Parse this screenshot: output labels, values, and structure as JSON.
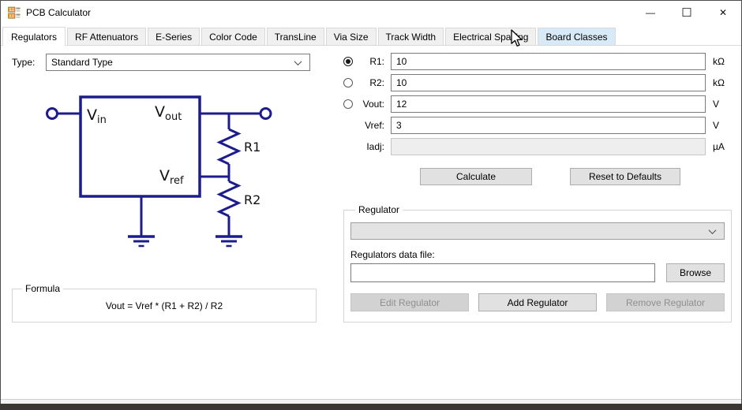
{
  "window": {
    "title": "PCB Calculator",
    "controls": {
      "minimize": "—",
      "maximize": "☐",
      "close": "✕"
    }
  },
  "tabs": [
    {
      "name": "regulators",
      "label": "Regulators",
      "state": "active"
    },
    {
      "name": "rf-attenuators",
      "label": "RF Attenuators",
      "state": "normal"
    },
    {
      "name": "e-series",
      "label": "E-Series",
      "state": "normal"
    },
    {
      "name": "color-code",
      "label": "Color Code",
      "state": "normal"
    },
    {
      "name": "transline",
      "label": "TransLine",
      "state": "normal"
    },
    {
      "name": "via-size",
      "label": "Via Size",
      "state": "normal"
    },
    {
      "name": "track-width",
      "label": "Track Width",
      "state": "normal"
    },
    {
      "name": "electrical-spacing",
      "label": "Electrical Spacing",
      "state": "normal"
    },
    {
      "name": "board-classes",
      "label": "Board Classes",
      "state": "hover"
    }
  ],
  "left_panel": {
    "type_label": "Type:",
    "type_value": "Standard Type",
    "schematic": {
      "vin_main": "V",
      "vin_sub": "in",
      "vout_main": "V",
      "vout_sub": "out",
      "vref_main": "V",
      "vref_sub": "ref",
      "r1_label": "R1",
      "r2_label": "R2"
    },
    "formula": {
      "legend": "Formula",
      "text": "Vout = Vref * (R1 + R2) / R2"
    }
  },
  "right_panel": {
    "fields": [
      {
        "name": "r1",
        "label": "R1:",
        "radio": true,
        "checked": true,
        "value": "10",
        "unit": "kΩ",
        "disabled": false
      },
      {
        "name": "r2",
        "label": "R2:",
        "radio": true,
        "checked": false,
        "value": "10",
        "unit": "kΩ",
        "disabled": false
      },
      {
        "name": "vout",
        "label": "Vout:",
        "radio": true,
        "checked": false,
        "value": "12",
        "unit": "V",
        "disabled": false
      },
      {
        "name": "vref",
        "label": "Vref:",
        "radio": false,
        "checked": false,
        "value": "3",
        "unit": "V",
        "disabled": false
      },
      {
        "name": "iadj",
        "label": "Iadj:",
        "radio": false,
        "checked": false,
        "value": "",
        "unit": "µA",
        "disabled": true
      }
    ],
    "calculate_label": "Calculate",
    "reset_label": "Reset to Defaults",
    "regulator_group": {
      "legend": "Regulator",
      "selected_regulator": "",
      "data_file_label": "Regulators data file:",
      "data_file_value": "",
      "browse_label": "Browse",
      "edit_label": "Edit Regulator",
      "add_label": "Add Regulator",
      "remove_label": "Remove Regulator"
    }
  },
  "colors": {
    "tab_hover": "#d8eaf8",
    "schematic_line": "#1c1c8f",
    "taskbar": "#3a3633"
  }
}
